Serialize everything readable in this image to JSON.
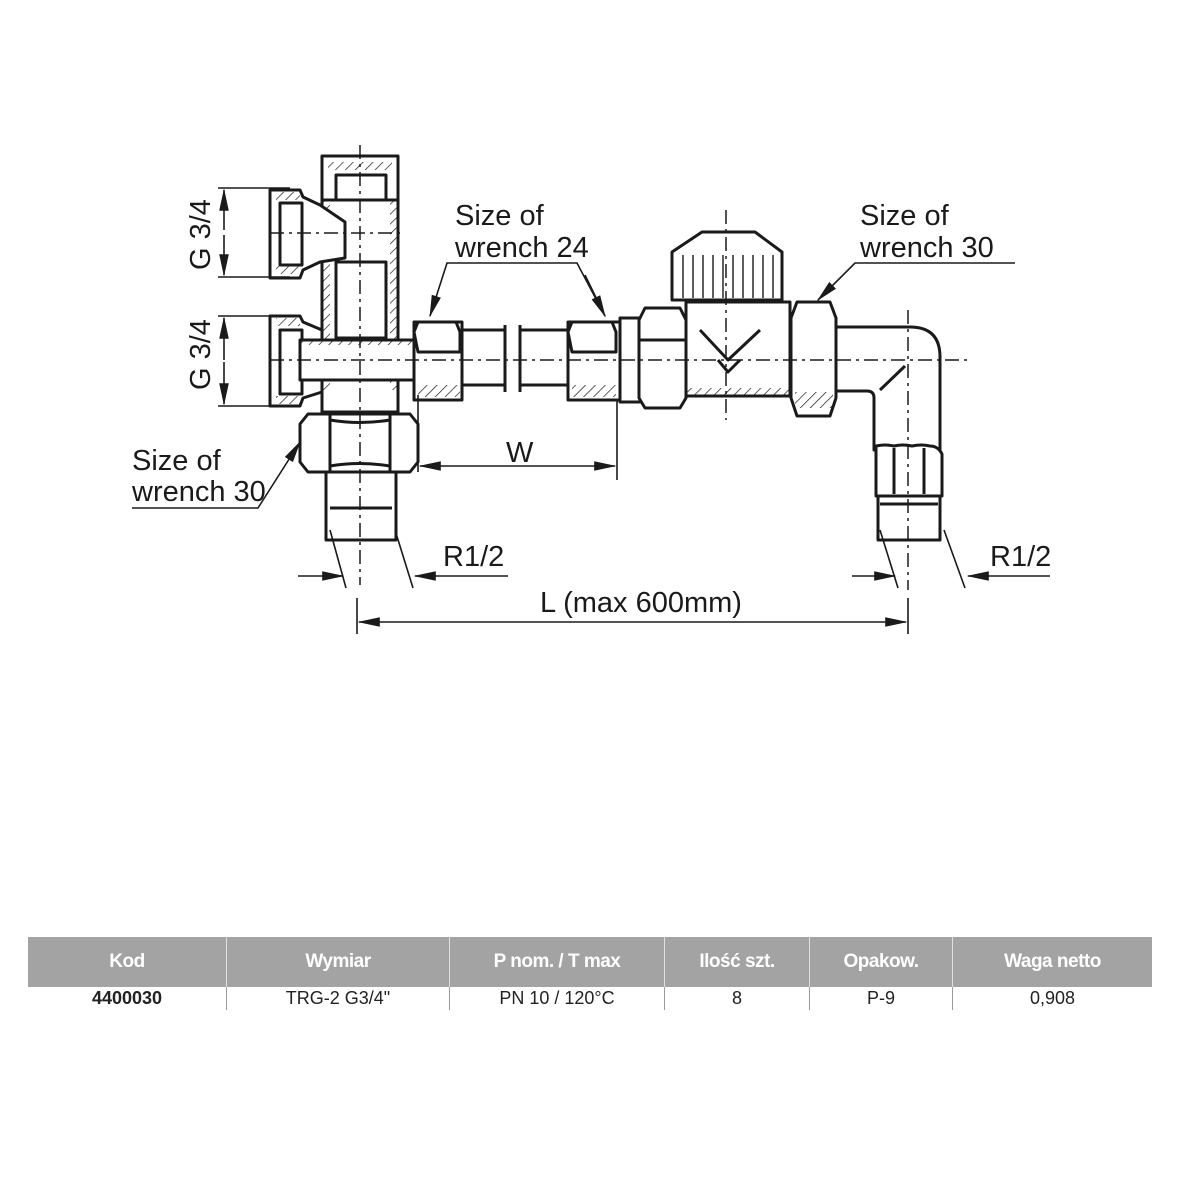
{
  "drawing": {
    "labels": {
      "g34_upper": "G 3/4",
      "g34_lower": "G 3/4",
      "wrench24_line1": "Size of",
      "wrench24_line2": "wrench 24",
      "wrench30_right_line1": "Size of",
      "wrench30_right_line2": "wrench 30",
      "wrench30_left_line1": "Size of",
      "wrench30_left_line2": "wrench 30",
      "w": "W",
      "r12_left": "R1/2",
      "r12_right": "R1/2",
      "length": "L (max 600mm)"
    }
  },
  "table": {
    "headers": [
      "Kod",
      "Wymiar",
      "P nom. / T max",
      "Ilość szt.",
      "Opakow.",
      "Waga netto"
    ],
    "rows": [
      [
        "4400030",
        "TRG-2 G3/4\"",
        "PN 10 / 120°C",
        "8",
        "P-9",
        "0,908"
      ]
    ]
  },
  "colors": {
    "header_bg": "#a3a3a3",
    "line": "#1a1a1a"
  }
}
